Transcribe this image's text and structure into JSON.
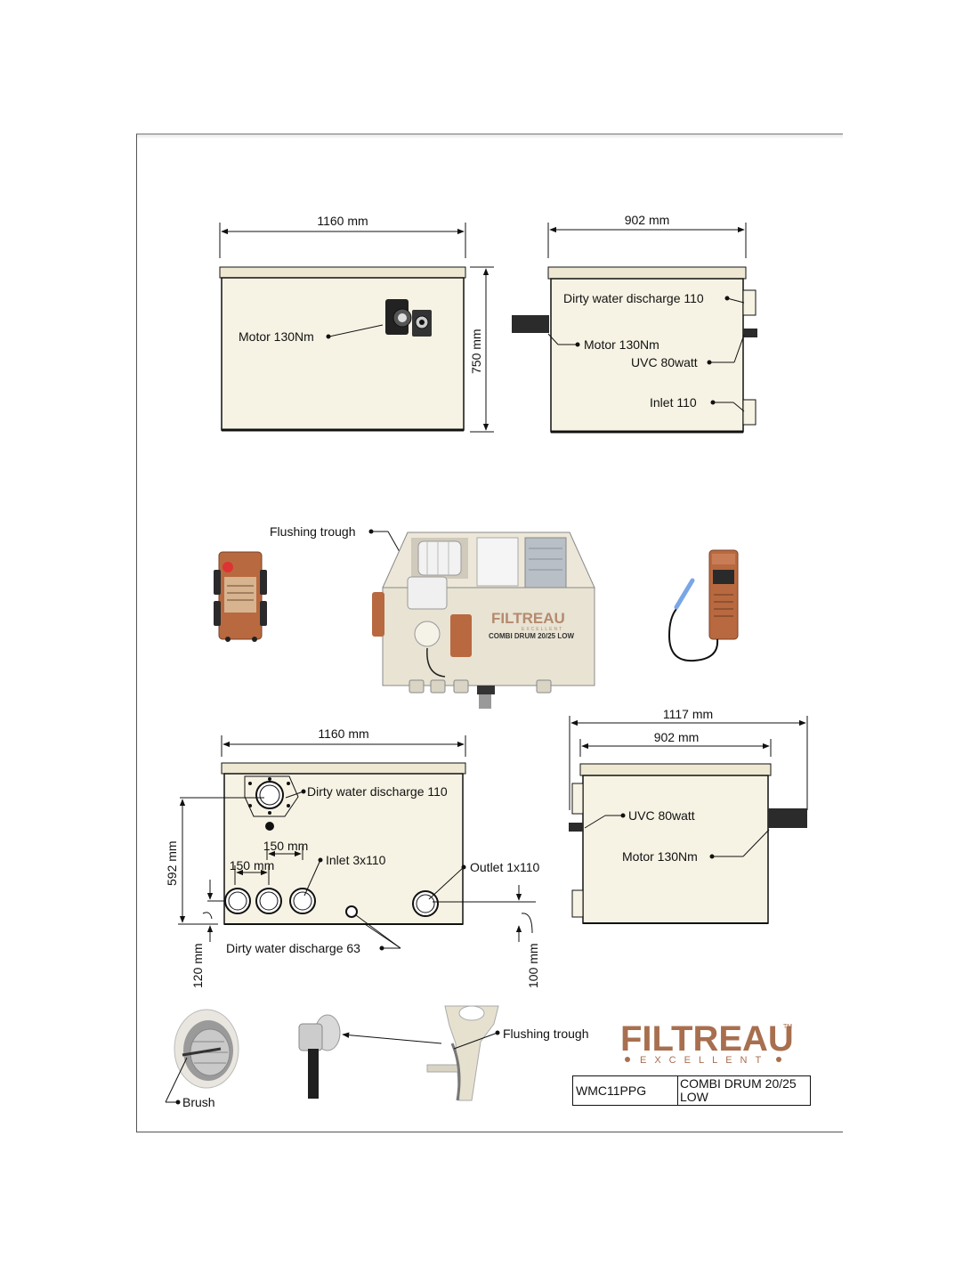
{
  "colors": {
    "tank": "#f7f3e4",
    "tank_rim": "#eee8d3",
    "line": "#111111",
    "brand": "#a86f4f",
    "copper_box": "#b8693f"
  },
  "front_view_top": {
    "width_dim": "1160 mm",
    "height_dim": "750 mm",
    "motor_label": "Motor 130Nm"
  },
  "side_view_top": {
    "width_dim": "902 mm",
    "dirty_water_label": "Dirty water discharge 110",
    "motor_label": "Motor 130Nm",
    "uvc_label": "UVC 80watt",
    "inlet_label": "Inlet 110"
  },
  "product_photo": {
    "flushing_label": "Flushing trough",
    "brand": "FILTREAU",
    "brand_sub": "EXCELLENT",
    "model_text": "COMBI DRUM 20/25 LOW"
  },
  "front_view_bottom": {
    "width_dim": "1160 mm",
    "height_dim": "592 mm",
    "dirty_water_label": "Dirty water discharge 110",
    "spacing_upper": "150 mm",
    "spacing_lower": "150 mm",
    "inlet_label": "Inlet 3x110",
    "outlet_label": "Outlet 1x110",
    "dirty_water_63_label": "Dirty water discharge 63",
    "left_height_dim": "120 mm",
    "right_height_dim": "100 mm"
  },
  "side_view_bottom": {
    "overall_dim": "1117 mm",
    "width_dim": "902 mm",
    "uvc_label": "UVC 80watt",
    "motor_label": "Motor 130Nm"
  },
  "details": {
    "brush_label": "Brush",
    "flushing_label": "Flushing trough"
  },
  "logo": {
    "brand": "FILTREAU",
    "trademark": "TM",
    "tagline": "EXCELLENT"
  },
  "title_block": {
    "code": "WMC11PPG",
    "name": "COMBI DRUM 20/25 LOW"
  }
}
